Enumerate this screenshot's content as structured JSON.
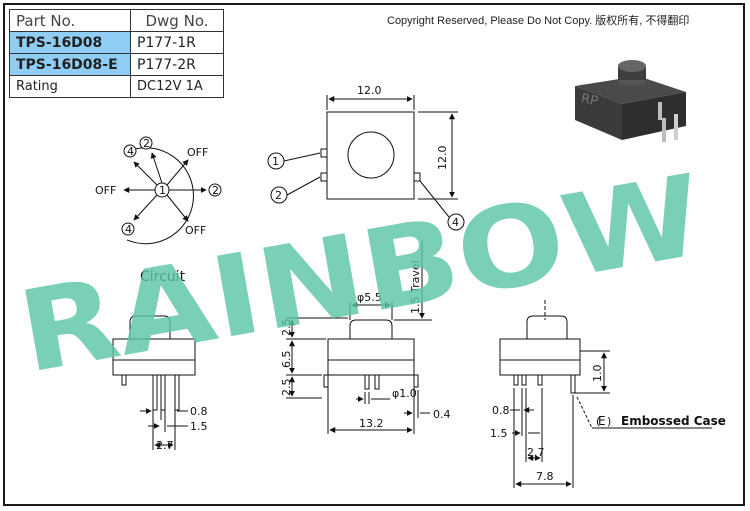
{
  "spec_table": {
    "header": {
      "part_no": "Part No.",
      "dwg_no": "Dwg No."
    },
    "rows": [
      {
        "part_no": "TPS-16D08",
        "dwg_no": "P177-1R"
      },
      {
        "part_no": "TPS-16D08-E",
        "dwg_no": "P177-2R"
      }
    ],
    "rating": {
      "label": "Rating",
      "value": "DC12V 1A"
    }
  },
  "copyright": "Copyright Reserved, Please Do Not Copy. 版权所有, 不得翻印",
  "watermark": "RAINBOW",
  "circuit": {
    "title": "Circuit",
    "terminals": {
      "t1": "1",
      "t2": "2",
      "t4": "4"
    },
    "off_label": "OFF"
  },
  "top_view": {
    "width": "12.0",
    "height": "12.0",
    "pin1": "1",
    "pin2": "2",
    "pin4": "4"
  },
  "side_left": {
    "dim_0_8": "0.8",
    "dim_1_5": "1.5",
    "dim_2_7": "2.7",
    "dim_2_5_top": "2.5",
    "dim_6_5": "6.5",
    "dim_2_5_bot": "2.5"
  },
  "front_view": {
    "travel": "1.5 Travel",
    "knob_dia": "φ5.5",
    "pin_dia": "φ1.0",
    "dim_0_4": "0.4",
    "width": "13.2"
  },
  "side_right": {
    "dim_1_0": "1.0",
    "dim_0_8": "0.8",
    "dim_1_5": "1.5",
    "dim_2_7": "2.7",
    "dim_7_8": "7.8",
    "embossed_label": "Embossed Case",
    "embossed_mark": "E"
  },
  "product_mark": "RP",
  "colors": {
    "highlight": "#8fcdf5",
    "watermark": "#5cc6a6"
  }
}
